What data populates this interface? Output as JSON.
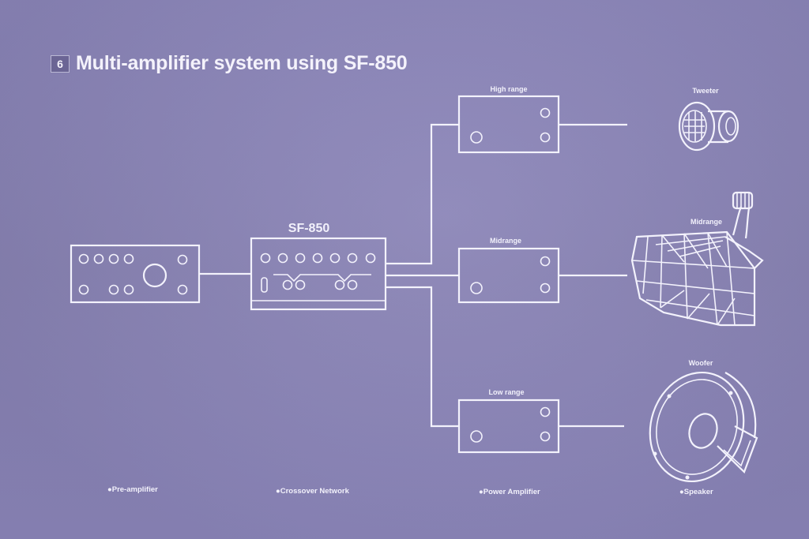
{
  "title": {
    "number": "6",
    "text": "Multi-amplifier system using SF-850"
  },
  "labels": {
    "sf850": "SF-850",
    "high_range": "High range",
    "midrange": "Midrange",
    "low_range": "Low range",
    "tweeter": "Tweeter",
    "midrange_speaker": "Midrange",
    "woofer": "Woofer"
  },
  "captions": {
    "preamplifier": "●Pre-amplifier",
    "crossover": "●Crossover Network",
    "power_amplifier": "●Power Amplifier",
    "speaker": "●Speaker"
  },
  "colors": {
    "background": "#8a84b8",
    "line": "#f3f2fc"
  }
}
